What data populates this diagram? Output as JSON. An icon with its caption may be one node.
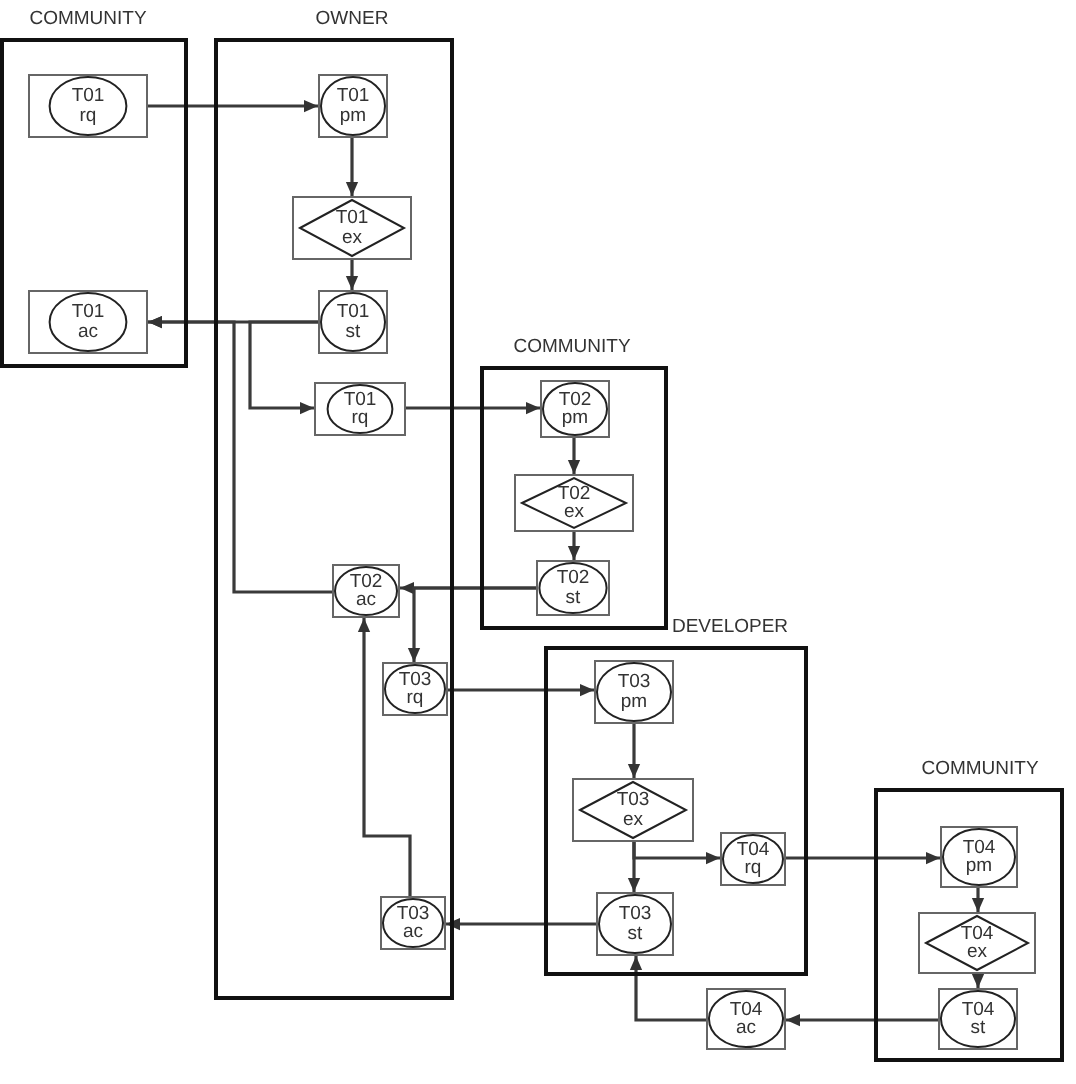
{
  "diagram": {
    "nodes": [
      {
        "text": [
          "COMMUNITY"
        ]
      },
      {
        "text": [
          "OWNER"
        ]
      },
      {
        "text": [
          "COMMUNITY"
        ]
      },
      {
        "text": [
          "DEVELOPER"
        ]
      },
      {
        "text": [
          "COMMUNITY"
        ]
      },
      {
        "text": [
          "T01 rq"
        ],
        "in": 0
      },
      {
        "text": [
          "T01 pm"
        ],
        "in": 1
      },
      {
        "text": [
          "T01 ex"
        ],
        "in": 1
      },
      {
        "text": [
          "T01 st"
        ],
        "in": 1
      },
      {
        "text": [
          "T01 ac"
        ],
        "in": 0
      },
      {
        "text": [
          "T01 rq"
        ],
        "in": 1
      },
      {
        "text": [
          "T02 pm"
        ],
        "in": 2
      },
      {
        "text": [
          "T02 ex"
        ],
        "in": 2
      },
      {
        "text": [
          "T02 st"
        ],
        "in": 2
      },
      {
        "text": [
          "T02 ac"
        ],
        "in": 1
      },
      {
        "text": [
          "T03 rq"
        ],
        "in": 1
      },
      {
        "text": [
          "T03 pm"
        ],
        "in": 3
      },
      {
        "text": [
          "T03 ex"
        ],
        "in": 3
      },
      {
        "text": [
          "T04 rq"
        ],
        "in": 3
      },
      {
        "text": [
          "T03 st"
        ],
        "in": 3
      },
      {
        "text": [
          "T03 ac"
        ],
        "in": 1
      },
      {
        "text": [
          "T04 pm"
        ],
        "in": 4
      },
      {
        "text": [
          "T04 ex"
        ],
        "in": 4
      },
      {
        "text": [
          "T04 st"
        ],
        "in": 4
      },
      {
        "text": [
          "T04 ac"
        ]
      }
    ],
    "edges": [
      {
        "from": 5,
        "to": 6,
        "arrow": "to"
      },
      {
        "from": 6,
        "to": 7,
        "arrow": "to"
      },
      {
        "from": 7,
        "to": 8,
        "arrow": "to"
      },
      {
        "from": 8,
        "to": 9,
        "arrow": "to"
      },
      {
        "from": 8,
        "to": 10,
        "arrow": "to"
      },
      {
        "from": 14,
        "to": 9,
        "arrow": "to"
      },
      {
        "from": 10,
        "to": 11,
        "arrow": "to"
      },
      {
        "from": 11,
        "to": 12,
        "arrow": "to"
      },
      {
        "from": 12,
        "to": 13,
        "arrow": "to"
      },
      {
        "from": 13,
        "to": 14,
        "arrow": "to"
      },
      {
        "from": 13,
        "to": 15,
        "arrow": "to"
      },
      {
        "from": 15,
        "to": 16,
        "arrow": "to"
      },
      {
        "from": 16,
        "to": 17,
        "arrow": "to"
      },
      {
        "from": 17,
        "to": 19,
        "arrow": "to"
      },
      {
        "from": 17,
        "to": 18,
        "arrow": "to"
      },
      {
        "from": 19,
        "to": 20,
        "arrow": "to"
      },
      {
        "from": 20,
        "to": 14,
        "arrow": "to"
      },
      {
        "from": 18,
        "to": 21,
        "arrow": "to"
      },
      {
        "from": 21,
        "to": 22,
        "arrow": "to"
      },
      {
        "from": 22,
        "to": 23,
        "arrow": "to"
      },
      {
        "from": 23,
        "to": 24,
        "arrow": "to"
      },
      {
        "from": 24,
        "to": 19,
        "arrow": "to"
      }
    ]
  }
}
